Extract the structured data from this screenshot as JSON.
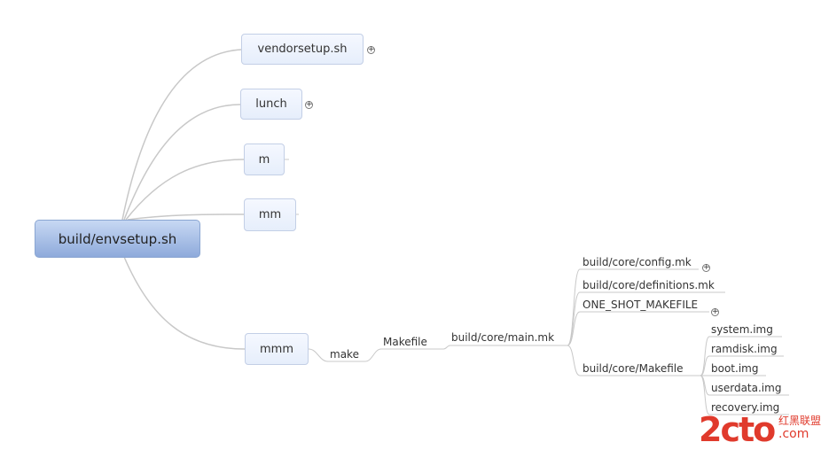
{
  "root": {
    "label": "build/envsetup.sh"
  },
  "branches": {
    "vendorsetup": "vendorsetup.sh",
    "lunch": "lunch",
    "m": "m",
    "mm": "mm",
    "mmm": "mmm"
  },
  "chain": {
    "make": "make",
    "makefile": "Makefile",
    "main_mk": "build/core/main.mk"
  },
  "main_mk_children": {
    "config": "build/core/config.mk",
    "definitions": "build/core/definitions.mk",
    "one_shot": "ONE_SHOT_MAKEFILE",
    "makefile": "build/core/Makefile"
  },
  "images": [
    "system.img",
    "ramdisk.img",
    "boot.img",
    "userdata.img",
    "recovery.img"
  ],
  "expand_symbol": "+",
  "watermark": {
    "logo": "2cto",
    "cn": "红黑联盟",
    "domain": ".com"
  },
  "colors": {
    "line": "#c8c8c8",
    "root_fill": "#9fb7e0",
    "node_fill": "#e9f0fc",
    "watermark": "#e03a2c"
  }
}
